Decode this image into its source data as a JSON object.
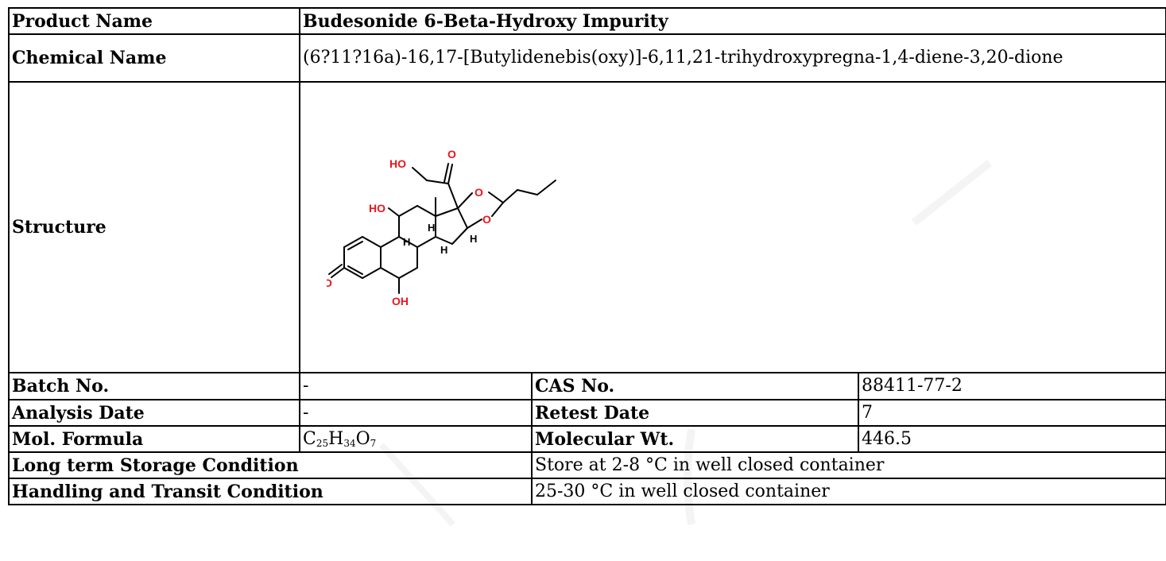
{
  "product": {
    "label": "Product Name",
    "value": "Budesonide 6-Beta-Hydroxy Impurity"
  },
  "chemical": {
    "label": "Chemical Name",
    "value": "(6?11?16a)-16,17-[Butylidenebis(oxy)]-6,11,21-trihydroxypregna-1,4-diene-3,20-dione"
  },
  "structure": {
    "label": "Structure",
    "atom_labels": {
      "ho_top": "HO",
      "o_ketone": "O",
      "o_ring1": "O",
      "o_ring2": "O",
      "ho_c11": "HO",
      "h_c9": "H",
      "h_c8": "H",
      "h_c14": "H",
      "h_c16": "H",
      "o_c3": "O",
      "oh_c6": "OH"
    },
    "heteroatom_color": "#e8161e"
  },
  "batch": {
    "label": "Batch No.",
    "value": " -"
  },
  "cas": {
    "label": "CAS No.",
    "value": "88411-77-2"
  },
  "analysis_date": {
    "label": "Analysis Date",
    "value": "-"
  },
  "retest_date": {
    "label": "Retest Date",
    "value": "7"
  },
  "mol_formula": {
    "label": "Mol. Formula",
    "parts": [
      {
        "el": "C",
        "n": "25"
      },
      {
        "el": "H",
        "n": "34"
      },
      {
        "el": "O",
        "n": "7"
      }
    ]
  },
  "mol_wt": {
    "label": "Molecular Wt.",
    "value": "446.5"
  },
  "storage": {
    "label": "Long term Storage Condition",
    "value": "Store at 2-8 °C in well closed container"
  },
  "handling": {
    "label": "Handling and Transit Condition",
    "value": "25-30 °C in well closed container"
  }
}
